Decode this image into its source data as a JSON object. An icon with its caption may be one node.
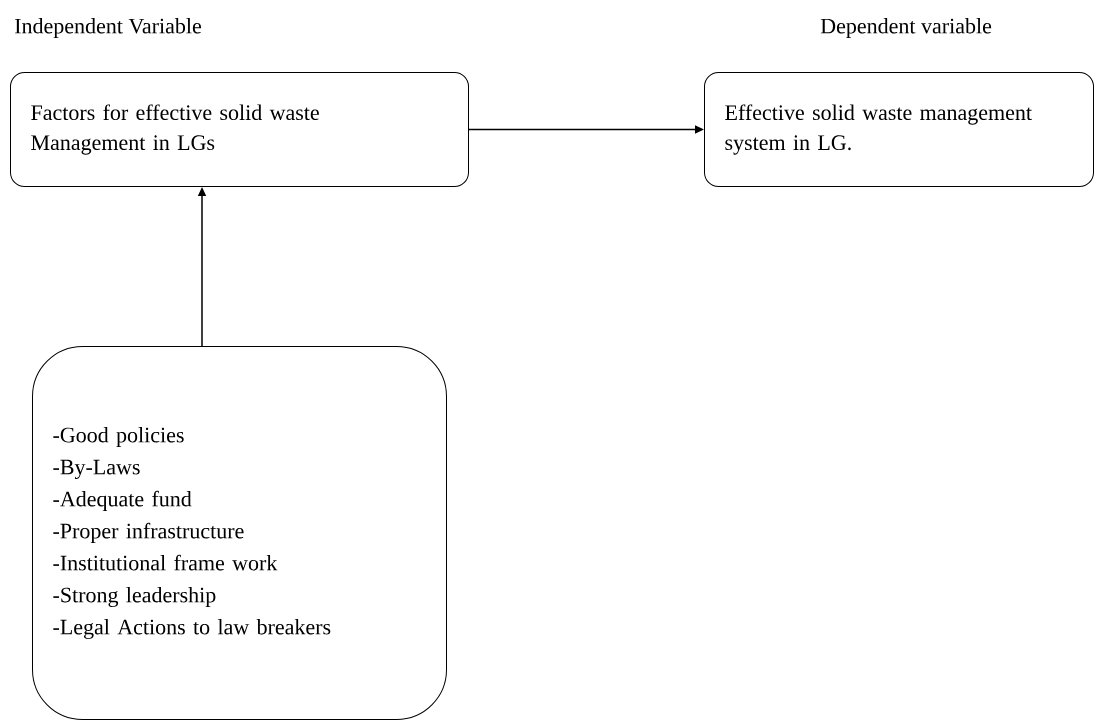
{
  "diagram": {
    "nodes": [
      {
        "text": [
          "Factors for effective solid waste Management in LGs"
        ]
      },
      {
        "text": [
          "Effective solid waste management system in LG."
        ]
      },
      {
        "text": [
          "-Good policies",
          "-By-Laws",
          "-Adequate fund",
          "-Proper infrastructure",
          "-Institutional frame work",
          "-Strong leadership",
          "-Legal Actions to law breakers"
        ]
      }
    ],
    "edges": [
      {
        "from": 0,
        "to": 1,
        "arrow": "to"
      },
      {
        "from": 2,
        "to": 0,
        "arrow": "to"
      }
    ],
    "labels": [
      "Independent Variable",
      "Dependent variable"
    ]
  }
}
